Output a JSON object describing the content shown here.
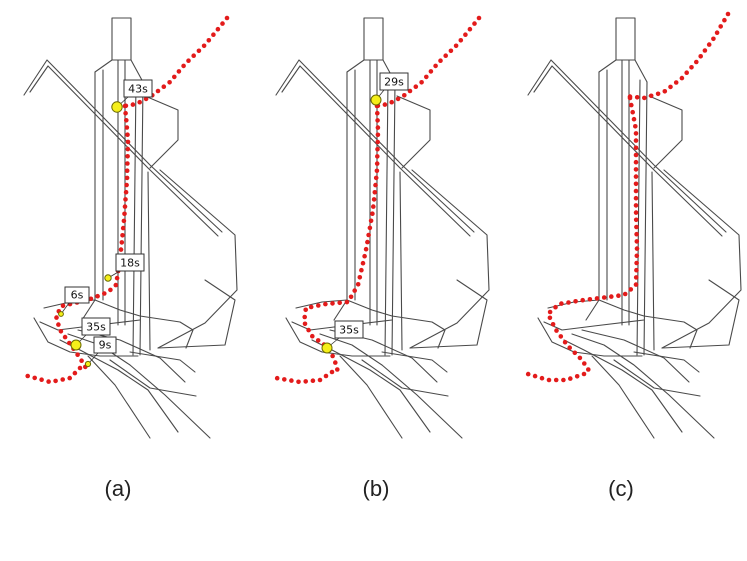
{
  "colors": {
    "route_dots": "#e31b1b",
    "stop_marker": "#f5ef1a",
    "road_lines": "#4a4a4a"
  },
  "panels": [
    {
      "caption": "(a)",
      "stops": [
        {
          "label": "43s",
          "size": "large"
        },
        {
          "label": "18s",
          "size": "small"
        },
        {
          "label": "6s",
          "size": "small"
        },
        {
          "label": "35s",
          "size": "large"
        },
        {
          "label": "9s",
          "size": "small"
        }
      ]
    },
    {
      "caption": "(b)",
      "stops": [
        {
          "label": "29s",
          "size": "large"
        },
        {
          "label": "35s",
          "size": "large"
        }
      ]
    },
    {
      "caption": "(c)",
      "stops": []
    }
  ]
}
